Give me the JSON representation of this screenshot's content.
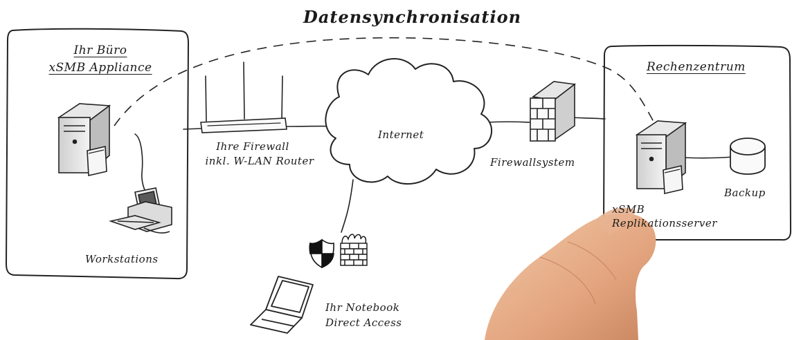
{
  "title": "Datensynchronisation",
  "office": {
    "title_line1": "Ihr Büro",
    "title_line2": "xSMB Appliance",
    "workstations_label": "Workstations"
  },
  "router": {
    "label_line1": "Ihre Firewall",
    "label_line2": "inkl. W-LAN Router"
  },
  "internet_label": "Internet",
  "firewall_system_label": "Firewallsystem",
  "datacenter": {
    "title": "Rechenzentrum",
    "backup_label": "Backup",
    "server_label_line1": "xSMB",
    "server_label_line2": "Replikationsserver"
  },
  "notebook": {
    "label_line1": "Ihr Notebook",
    "label_line2": "Direct Access"
  },
  "icons": [
    "server-icon",
    "computer-icon",
    "router-icon",
    "cloud-icon",
    "firewall-icon",
    "database-icon",
    "shield-icon",
    "laptop-icon",
    "hand-icon"
  ]
}
